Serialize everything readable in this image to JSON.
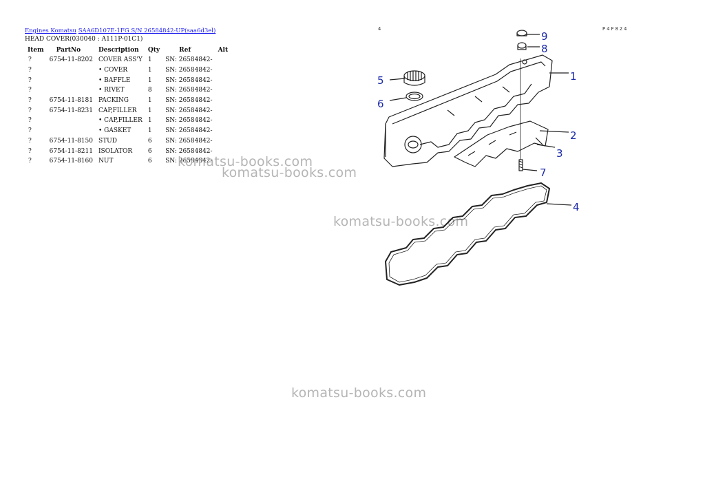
{
  "breadcrumb": {
    "link1": "Engines Komatsu",
    "link2": "SAA6D107E-1FG S/N 26584842-UP(saa6d3el)"
  },
  "subtitle": "HEAD COVER(030040 : A111P-01C1)",
  "table": {
    "headers": [
      "Item",
      "PartNo",
      "Description",
      "Qty",
      "Ref",
      "Alt"
    ],
    "rows": [
      {
        "item": "?",
        "part": "6754-11-8202",
        "desc": "COVER ASS'Y",
        "qty": "1",
        "ref": "SN: 26584842-",
        "alt": ""
      },
      {
        "item": "?",
        "part": "",
        "desc": "• COVER",
        "qty": "1",
        "ref": "SN: 26584842-",
        "alt": ""
      },
      {
        "item": "?",
        "part": "",
        "desc": "• BAFFLE",
        "qty": "1",
        "ref": "SN: 26584842-",
        "alt": ""
      },
      {
        "item": "?",
        "part": "",
        "desc": "• RIVET",
        "qty": "8",
        "ref": "SN: 26584842-",
        "alt": ""
      },
      {
        "item": "?",
        "part": "6754-11-8181",
        "desc": "PACKING",
        "qty": "1",
        "ref": "SN: 26584842-",
        "alt": ""
      },
      {
        "item": "?",
        "part": "6754-11-8231",
        "desc": "CAP,FILLER",
        "qty": "1",
        "ref": "SN: 26584842-",
        "alt": ""
      },
      {
        "item": "?",
        "part": "",
        "desc": "• CAP,FILLER",
        "qty": "1",
        "ref": "SN: 26584842-",
        "alt": ""
      },
      {
        "item": "?",
        "part": "",
        "desc": "• GASKET",
        "qty": "1",
        "ref": "SN: 26584842-",
        "alt": ""
      },
      {
        "item": "?",
        "part": "6754-11-8150",
        "desc": "STUD",
        "qty": "6",
        "ref": "SN: 26584842-",
        "alt": ""
      },
      {
        "item": "?",
        "part": "6754-11-8211",
        "desc": "ISOLATOR",
        "qty": "6",
        "ref": "SN: 26584842-",
        "alt": ""
      },
      {
        "item": "?",
        "part": "6754-11-8160",
        "desc": "NUT",
        "qty": "6",
        "ref": "SN: 26584842-",
        "alt": ""
      }
    ]
  },
  "watermark": "komatsu-books.com",
  "diagram": {
    "page_mark": "4",
    "figure_code": "P4F824",
    "callouts": [
      "1",
      "2",
      "3",
      "4",
      "5",
      "6",
      "7",
      "8",
      "9"
    ]
  }
}
